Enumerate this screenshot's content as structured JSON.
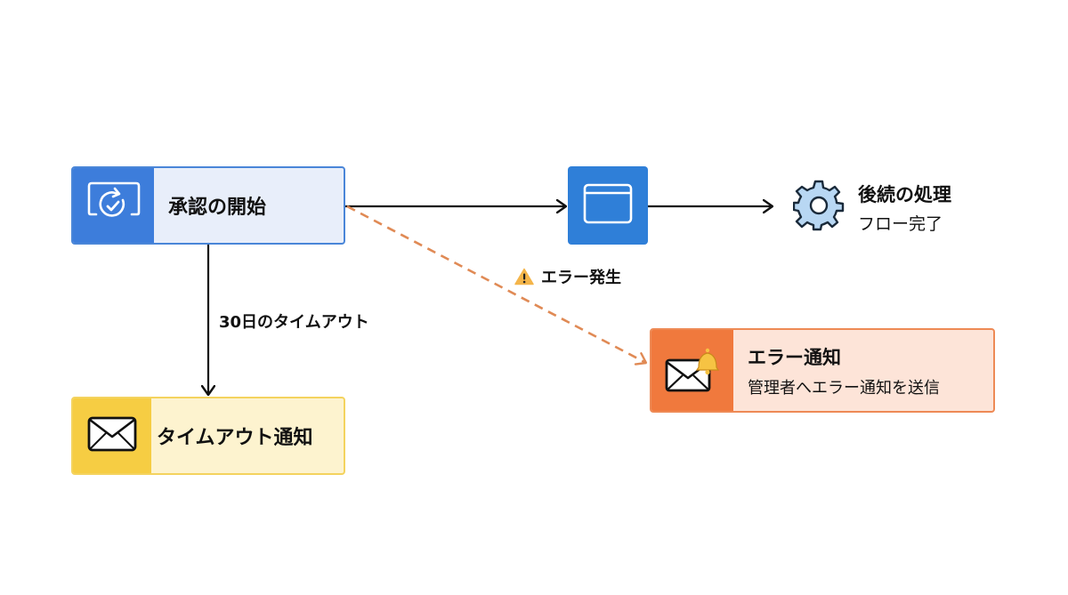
{
  "diagram": {
    "nodes": {
      "start": {
        "title": "承認の開始",
        "icon": "approval-refresh-check-icon",
        "colors": {
          "accent": "#3d7ddb",
          "fill": "#e8eefa",
          "border": "#4a86d8"
        }
      },
      "app": {
        "icon": "app-window-icon",
        "colors": {
          "fill": "#2f7fd8"
        }
      },
      "followup": {
        "title": "後続の処理",
        "subtitle": "フロー完了",
        "icon": "gear-icon",
        "colors": {
          "icon_fill": "#b8d7f3"
        }
      },
      "error": {
        "title": "エラー通知",
        "subtitle": "管理者へエラー通知を送信",
        "icon": "mail-bell-icon",
        "colors": {
          "accent": "#f0793d",
          "fill": "#fde4d8",
          "border": "#ee8a55"
        }
      },
      "timeout": {
        "title": "タイムアウト通知",
        "icon": "mail-icon",
        "colors": {
          "accent": "#f6cd43",
          "fill": "#fdf3cf",
          "border": "#f4d35e"
        }
      }
    },
    "edges": [
      {
        "from": "start",
        "to": "app",
        "style": "solid",
        "label": ""
      },
      {
        "from": "app",
        "to": "followup",
        "style": "solid",
        "label": ""
      },
      {
        "from": "start",
        "to": "timeout",
        "style": "solid",
        "label": "30日のタイムアウト"
      },
      {
        "from": "start",
        "to": "error",
        "style": "dashed",
        "label": "エラー発生",
        "label_icon": "warning-icon",
        "color": "#e08a55"
      }
    ],
    "labels": {
      "timeout_edge": "30日のタイムアウト",
      "error_edge": "エラー発生"
    }
  }
}
